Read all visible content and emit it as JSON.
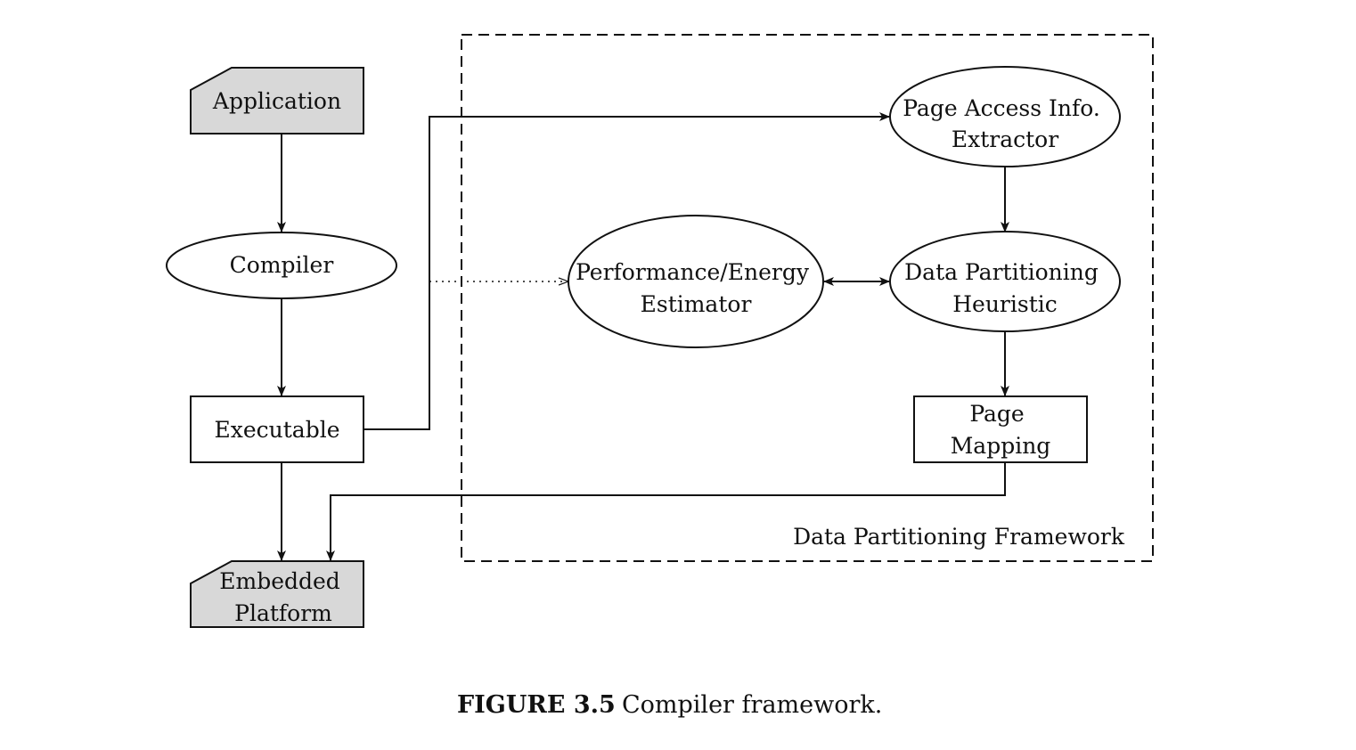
{
  "nodes": {
    "application": {
      "lines": [
        "Application"
      ],
      "fill": "#d8d8d8"
    },
    "compiler": {
      "lines": [
        "Compiler"
      ]
    },
    "executable": {
      "lines": [
        "Executable"
      ]
    },
    "embedded_platform": {
      "lines": [
        "Embedded",
        "Platform"
      ],
      "fill": "#d8d8d8"
    },
    "page_access_extractor": {
      "lines": [
        "Page Access Info.",
        "Extractor"
      ]
    },
    "perf_energy_estimator": {
      "lines": [
        "Performance/Energy",
        "Estimator"
      ]
    },
    "data_partitioning_heuristic": {
      "lines": [
        "Data Partitioning",
        "Heuristic"
      ]
    },
    "page_mapping": {
      "lines": [
        "Page",
        "Mapping"
      ]
    }
  },
  "framework": {
    "label": "Data Partitioning Framework"
  },
  "caption": {
    "label": "FIGURE 3.5",
    "text": "Compiler framework."
  },
  "colors": {
    "stroke": "#111111",
    "doc_fill": "#d8d8d8",
    "background": "#ffffff"
  }
}
